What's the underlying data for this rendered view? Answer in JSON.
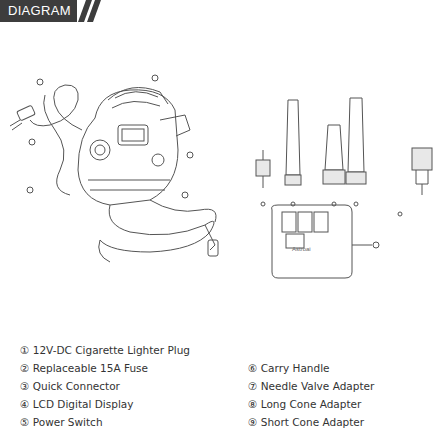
{
  "diagram": {
    "title": "DIAGRAM",
    "labels": [
      "Astroai",
      "① 12V-DC Cigarette Lighter Plug",
      "② Replaceable 15A Fuse",
      "③ Quick Connector",
      "④ LCD Digital Display",
      "⑤ Power Switch",
      "⑥ Carry Handle",
      "⑦ Needle Valve Adapter",
      "⑧ Long Cone Adapter",
      "⑨ Short Cone Adapter"
    ]
  }
}
